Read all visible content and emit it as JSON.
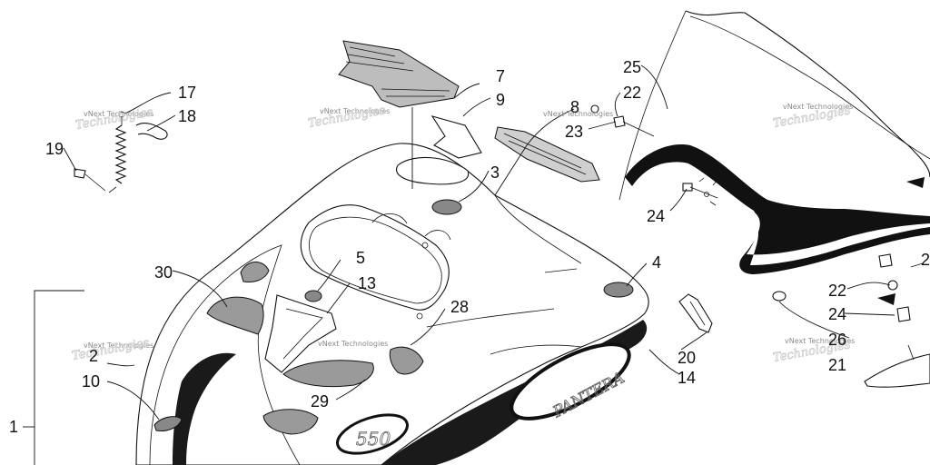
{
  "callouts": {
    "c1": "1",
    "c2": "2",
    "c3": "3",
    "c4": "4",
    "c5": "5",
    "c7": "7",
    "c8": "8",
    "c9": "9",
    "c10": "10",
    "c13": "13",
    "c14": "14",
    "c17": "17",
    "c18": "18",
    "c19": "19",
    "c20": "20",
    "c21": "21",
    "c22a": "22",
    "c22b": "22",
    "c22c": "2",
    "c23": "23",
    "c24a": "24",
    "c24b": "24",
    "c25": "25",
    "c26": "26",
    "c28": "28",
    "c29": "29",
    "c30": "30"
  },
  "watermark": "vNext Technologies",
  "decals": {
    "side_logo": "PANTERA",
    "model_number": "550"
  },
  "colors": {
    "ink": "#111111",
    "watermark": "#8a8a8a",
    "background": "#ffffff"
  }
}
